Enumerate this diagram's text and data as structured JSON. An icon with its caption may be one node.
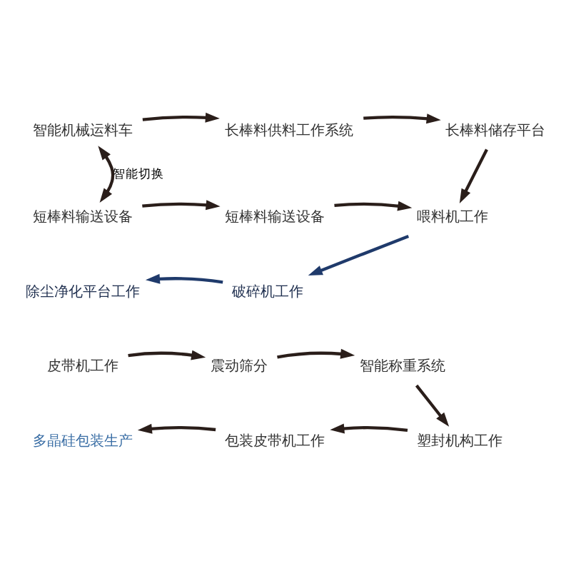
{
  "diagram": {
    "nodes": [
      {
        "text": [
          "智能机械运料车"
        ]
      },
      {
        "text": [
          "长棒料供料工作系统"
        ]
      },
      {
        "text": [
          "长棒料储存平台"
        ]
      },
      {
        "text": [
          "短棒料输送设备"
        ]
      },
      {
        "text": [
          "短棒料输送设备"
        ]
      },
      {
        "text": [
          "喂料机工作"
        ]
      },
      {
        "text": [
          "除尘净化平台工作"
        ]
      },
      {
        "text": [
          "破碎机工作"
        ]
      },
      {
        "text": [
          "皮带机工作"
        ]
      },
      {
        "text": [
          "震动筛分"
        ]
      },
      {
        "text": [
          "智能称重系统"
        ]
      },
      {
        "text": [
          "多晶硅包装生产"
        ]
      },
      {
        "text": [
          "包装皮带机工作"
        ]
      },
      {
        "text": [
          "塑封机构工作"
        ]
      }
    ],
    "edges": [
      {
        "from": 0,
        "to": 1,
        "arrow": "to"
      },
      {
        "from": 1,
        "to": 2,
        "arrow": "to"
      },
      {
        "from": 0,
        "to": 3,
        "arrow": "both",
        "label": "智能切换"
      },
      {
        "from": 2,
        "to": 5,
        "arrow": "to"
      },
      {
        "from": 3,
        "to": 4,
        "arrow": "to"
      },
      {
        "from": 4,
        "to": 5,
        "arrow": "to"
      },
      {
        "from": 5,
        "to": 7,
        "arrow": "to",
        "color": "#1f3a6b"
      },
      {
        "from": 7,
        "to": 6,
        "arrow": "to",
        "color": "#1f3a6b"
      },
      {
        "from": 8,
        "to": 9,
        "arrow": "to"
      },
      {
        "from": 9,
        "to": 10,
        "arrow": "to"
      },
      {
        "from": 10,
        "to": 13,
        "arrow": "to"
      },
      {
        "from": 13,
        "to": 12,
        "arrow": "to"
      },
      {
        "from": 12,
        "to": 11,
        "arrow": "to"
      }
    ]
  }
}
